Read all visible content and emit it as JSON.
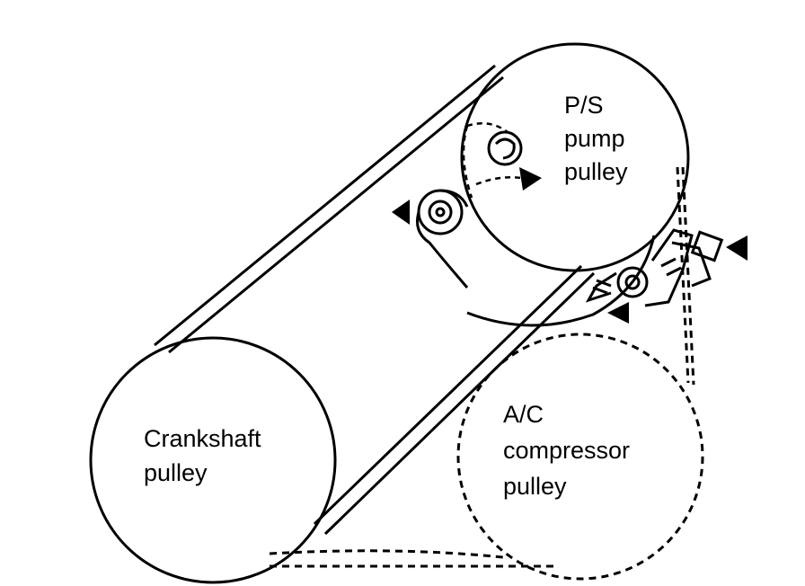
{
  "labels": {
    "ps_pump_line1": "P/S",
    "ps_pump_line2": "pump",
    "ps_pump_line3": "pulley",
    "crank_line1": "Crankshaft",
    "crank_line2": "pulley",
    "ac_line1": "A/C",
    "ac_line2": "compressor",
    "ac_line3": "pulley"
  }
}
